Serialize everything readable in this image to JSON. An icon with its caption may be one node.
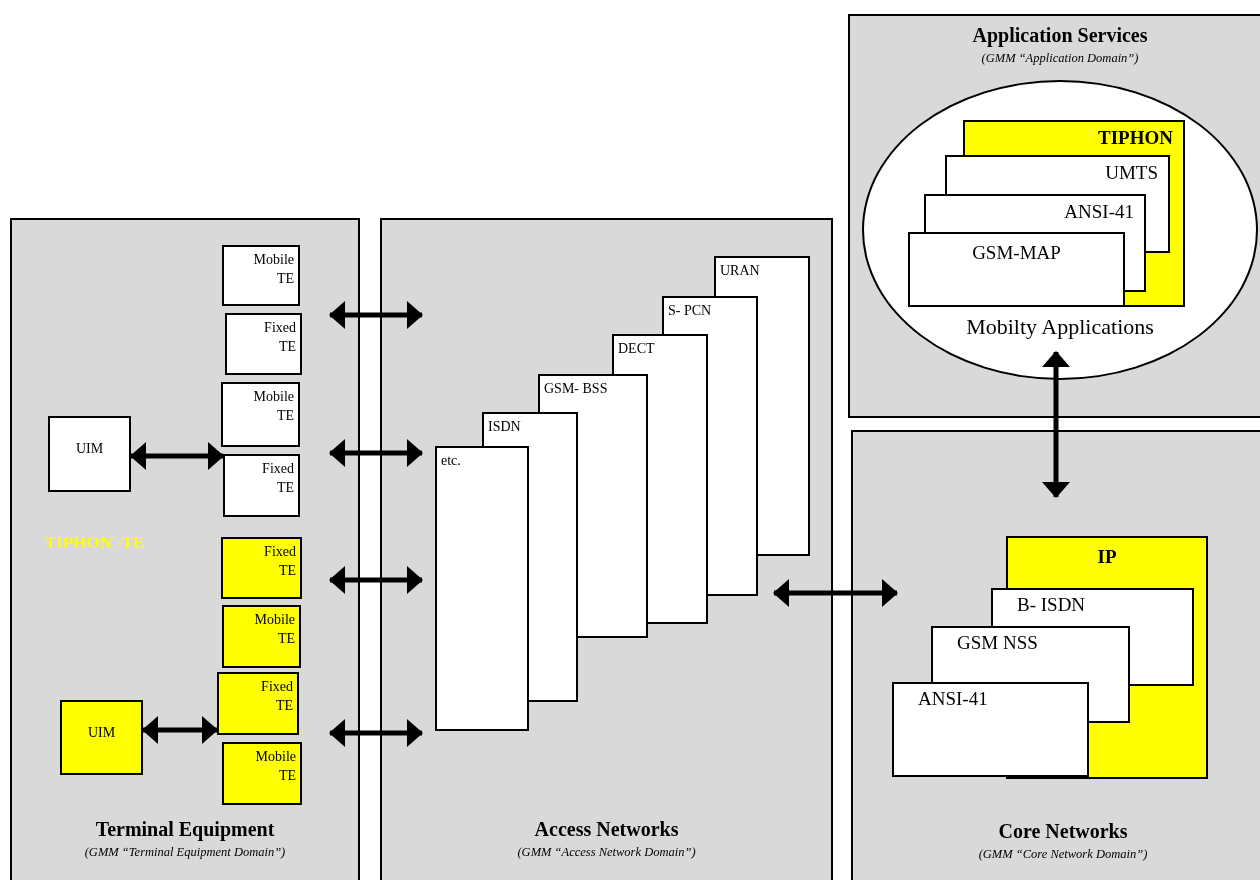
{
  "diagram": {
    "nodes": [
      {
        "text": [
          "Terminal Equipment",
          "(GMM “Terminal Equipment Domain”)"
        ]
      },
      {
        "text": [
          "UIM"
        ],
        "in": 0
      },
      {
        "text": [
          "Mobile TE"
        ],
        "in": 0
      },
      {
        "text": [
          "Fixed TE"
        ],
        "in": 0
      },
      {
        "text": [
          "Mobile TE"
        ],
        "in": 0
      },
      {
        "text": [
          "Fixed TE"
        ],
        "in": 0
      },
      {
        "text": [
          "Fixed TE"
        ],
        "in": 0
      },
      {
        "text": [
          "Mobile TE"
        ],
        "in": 0
      },
      {
        "text": [
          "UIM"
        ],
        "in": 0
      },
      {
        "text": [
          "Fixed TE"
        ],
        "in": 0
      },
      {
        "text": [
          "Mobile TE"
        ],
        "in": 0
      },
      {
        "text": [
          "Access Networks",
          "(GMM “Access Network Domain”)"
        ]
      },
      {
        "text": [
          "URAN"
        ],
        "in": 11
      },
      {
        "text": [
          "S- PCN"
        ],
        "in": 11
      },
      {
        "text": [
          "DECT"
        ],
        "in": 11
      },
      {
        "text": [
          "GSM- BSS"
        ],
        "in": 11
      },
      {
        "text": [
          "ISDN"
        ],
        "in": 11
      },
      {
        "text": [
          "etc."
        ],
        "in": 11
      },
      {
        "text": [
          "Application Services",
          "(GMM “Application Domain”)"
        ]
      },
      {
        "text": [
          "Mobilty Applications"
        ],
        "in": 18
      },
      {
        "text": [
          "TIPHON"
        ],
        "in": 19
      },
      {
        "text": [
          "UMTS"
        ],
        "in": 19
      },
      {
        "text": [
          "ANSI-41"
        ],
        "in": 19
      },
      {
        "text": [
          "GSM-MAP"
        ],
        "in": 19
      },
      {
        "text": [
          "Core Networks",
          "(GMM “Core Network Domain”)"
        ]
      },
      {
        "text": [
          "IP"
        ],
        "in": 24
      },
      {
        "text": [
          "B- ISDN"
        ],
        "in": 24
      },
      {
        "text": [
          "GSM NSS"
        ],
        "in": 24
      },
      {
        "text": [
          "ANSI-41"
        ],
        "in": 24
      }
    ],
    "edges": [
      {
        "from": 1,
        "to": 5,
        "arrow": "both"
      },
      {
        "from": 8,
        "to": 9,
        "arrow": "both"
      },
      {
        "from": 0,
        "to": 11,
        "arrow": "both"
      },
      {
        "from": 0,
        "to": 11,
        "arrow": "both"
      },
      {
        "from": 0,
        "to": 11,
        "arrow": "both"
      },
      {
        "from": 0,
        "to": 11,
        "arrow": "both"
      },
      {
        "from": 13,
        "to": 24,
        "arrow": "both"
      },
      {
        "from": 19,
        "to": 25,
        "arrow": "both"
      }
    ],
    "labels": [
      "TIPHON -TE"
    ]
  }
}
